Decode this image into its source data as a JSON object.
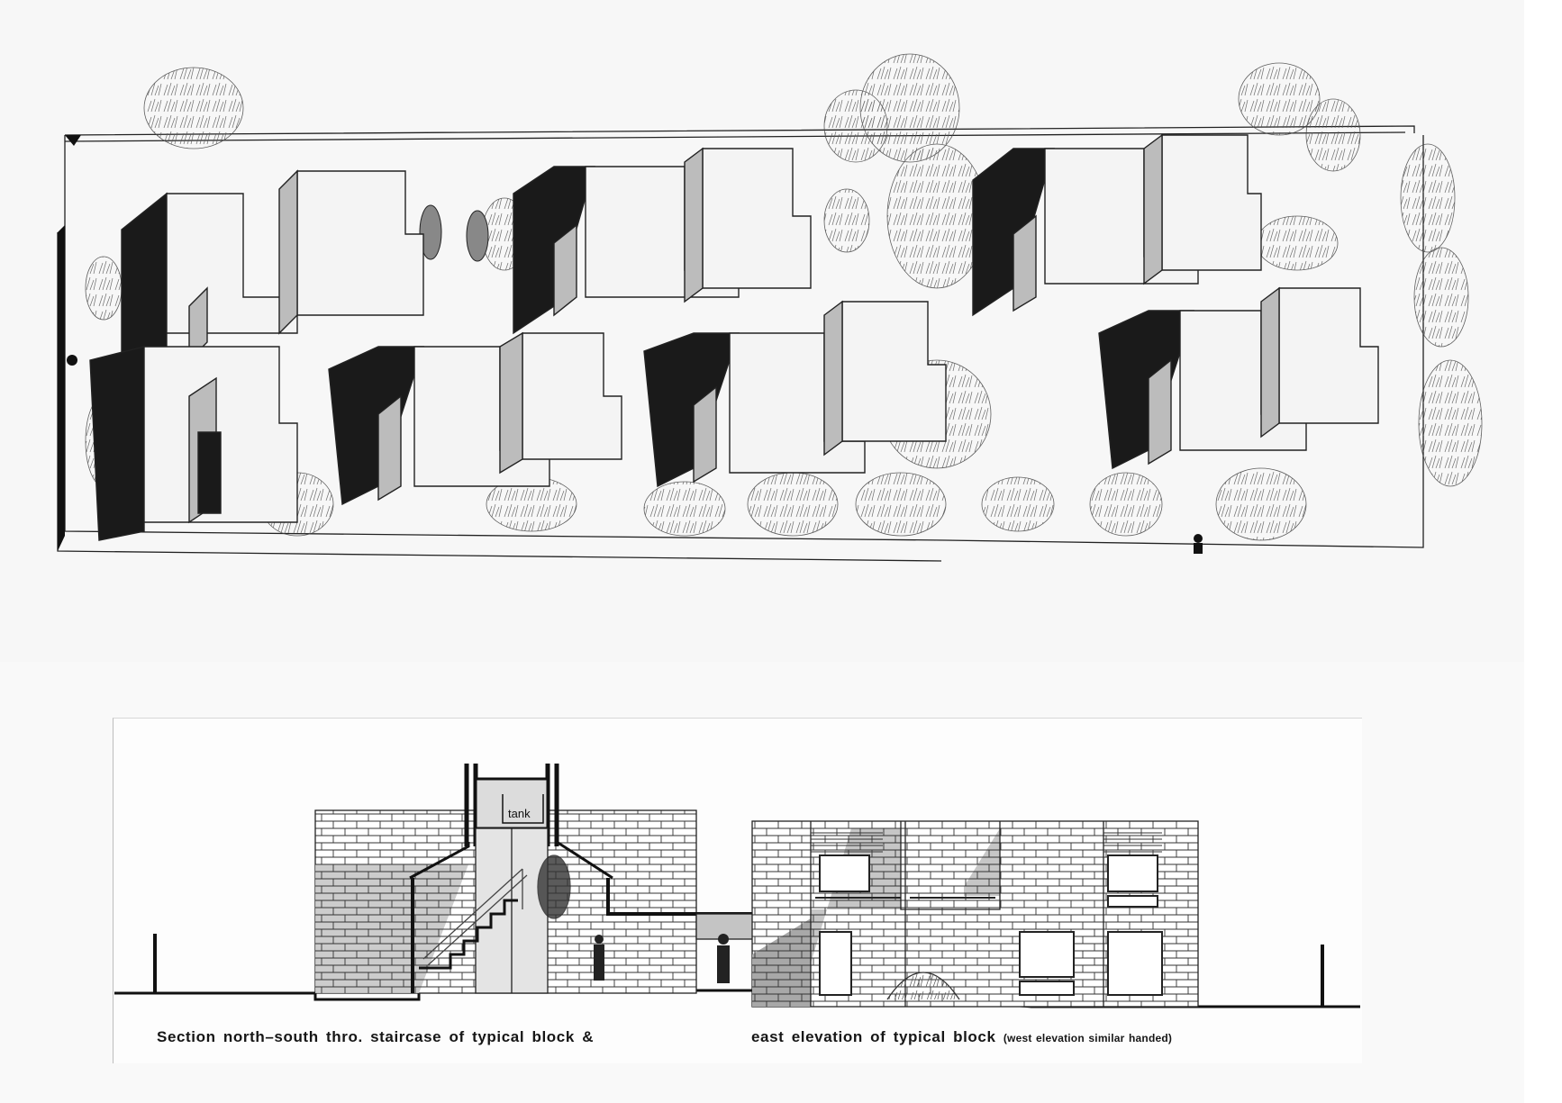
{
  "figure": {
    "top_panel": {
      "type": "axonometric site view",
      "blocks_count": 7,
      "colors": {
        "background": "#f7f7f7",
        "shadow": "#1a1a1a",
        "mid_tone": "#bcbcbc",
        "line": "#222222"
      }
    },
    "bottom_panel": {
      "tank_label": "tank",
      "caption_left": "Section north–south thro. staircase of typical block &",
      "caption_right_main": "east elevation of typical block",
      "caption_right_note": "(west elevation similar handed)"
    }
  }
}
